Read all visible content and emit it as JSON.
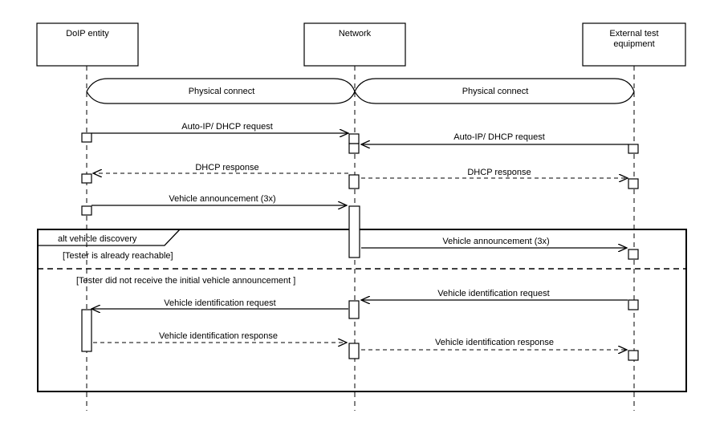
{
  "participants": {
    "doip_entity": "DoIP entity",
    "network": "Network",
    "external_line1": "External test",
    "external_line2": "equipment"
  },
  "phases": {
    "physical_connect_left": "Physical connect",
    "physical_connect_right": "Physical connect"
  },
  "messages": {
    "autoip_left": "Auto-IP/ DHCP request",
    "autoip_right": "Auto-IP/ DHCP request",
    "dhcp_resp_left": "DHCP response",
    "dhcp_resp_right": "DHCP response",
    "veh_ann_left": "Vehicle announcement  (3x)",
    "veh_ann_right": "Vehicle announcement (3x)",
    "veh_id_req_left": "Vehicle identification request",
    "veh_id_req_right": "Vehicle identification request",
    "veh_id_resp_left": "Vehicle identification response",
    "veh_id_resp_right": "Vehicle identification response"
  },
  "fragment": {
    "label": "alt vehicle discovery",
    "guard1": "[Tester is already reachable]",
    "guard2": "[Tester did not receive the initial vehicle announcement ]"
  }
}
